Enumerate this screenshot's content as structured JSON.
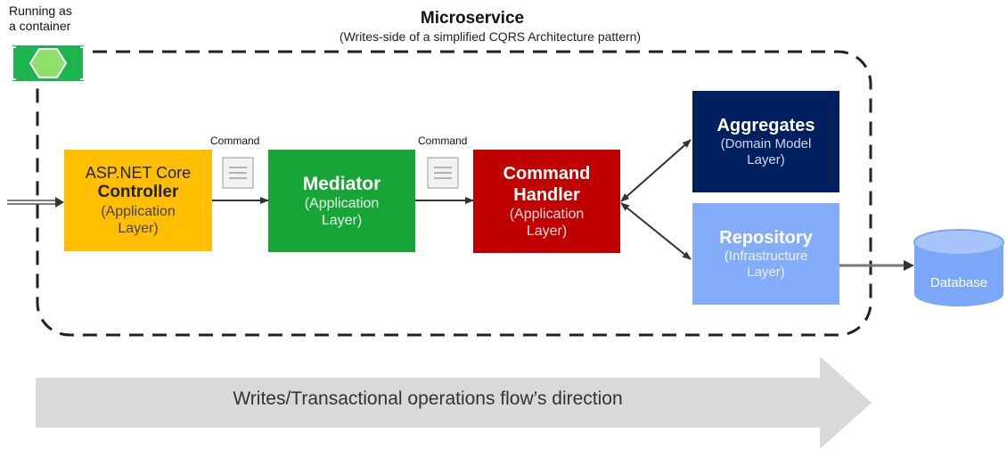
{
  "header": {
    "title": "Microservice",
    "subtitle": "(Writes-side of a simplified CQRS Architecture pattern)"
  },
  "container": {
    "label_line1": "Running as",
    "label_line2": "a container",
    "icon": "hexagon-container-icon"
  },
  "controller": {
    "line1": "ASP.NET Core",
    "line2": "Controller",
    "line3": "(Application",
    "line4": "Layer)"
  },
  "mediator": {
    "line1": "Mediator",
    "line2": "(Application",
    "line3": "Layer)"
  },
  "handler": {
    "line1": "Command",
    "line2": "Handler",
    "line3": "(Application",
    "line4": "Layer)"
  },
  "aggregates": {
    "line1": "Aggregates",
    "line2": "(Domain Model",
    "line3": "Layer)"
  },
  "repository": {
    "line1": "Repository",
    "line2": "(Infrastructure",
    "line3": "Layer)"
  },
  "commands": {
    "first": "Command",
    "second": "Command"
  },
  "database": {
    "label": "Database"
  },
  "flow": {
    "label": "Writes/Transactional operations flow’s direction"
  },
  "colors": {
    "controller": "#ffbf00",
    "mediator": "#18a538",
    "handler": "#c00000",
    "aggregates": "#002060",
    "repository": "#83acfa",
    "database": "#7aa7f7",
    "flow_arrow": "#d9d9d9",
    "container_icon": "#19b046"
  }
}
